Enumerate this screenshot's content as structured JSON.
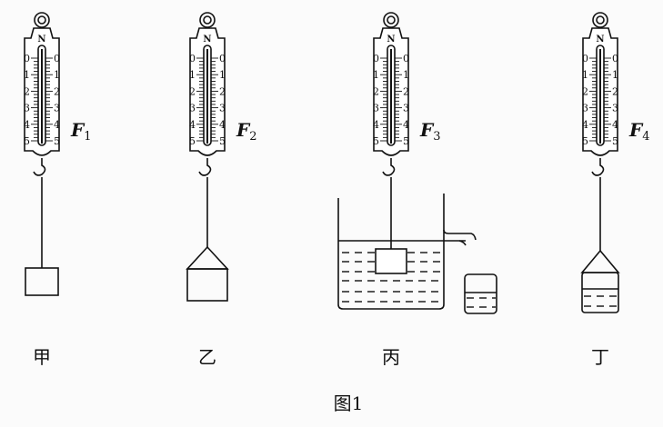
{
  "scale_marks": [
    "0",
    "1",
    "2",
    "3",
    "4",
    "5"
  ],
  "scale_top_letter": "N",
  "panels": [
    {
      "force_symbol": "F",
      "force_sub": "1",
      "label": "甲"
    },
    {
      "force_symbol": "F",
      "force_sub": "2",
      "label": "乙"
    },
    {
      "force_symbol": "F",
      "force_sub": "3",
      "label": "丙"
    },
    {
      "force_symbol": "F",
      "force_sub": "4",
      "label": "丁"
    }
  ],
  "caption": "图1",
  "colors": {
    "ink": "#111111",
    "background": "#fbfbfb"
  }
}
